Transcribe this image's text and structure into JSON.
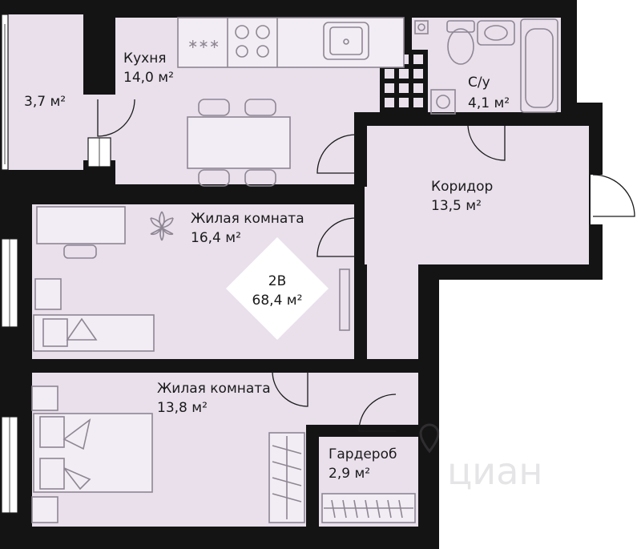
{
  "apartment": {
    "type": "2В",
    "total_area": "68,4 м²"
  },
  "rooms": {
    "balcony": {
      "name": "",
      "area": "3,7 м²"
    },
    "kitchen": {
      "name": "Кухня",
      "area": "14,0 м²"
    },
    "bathroom": {
      "name": "С/у",
      "area": "4,1 м²"
    },
    "corridor": {
      "name": "Коридор",
      "area": "13,5 м²"
    },
    "living1": {
      "name": "Жилая комната",
      "area": "16,4 м²"
    },
    "living2": {
      "name": "Жилая комната",
      "area": "13,8 м²"
    },
    "wardrobe": {
      "name": "Гардероб",
      "area": "2,9 м²"
    }
  },
  "watermark": "циан",
  "colors": {
    "floor": "#e9e0ec",
    "wall": "#141414",
    "furniture": "#8e8693"
  }
}
